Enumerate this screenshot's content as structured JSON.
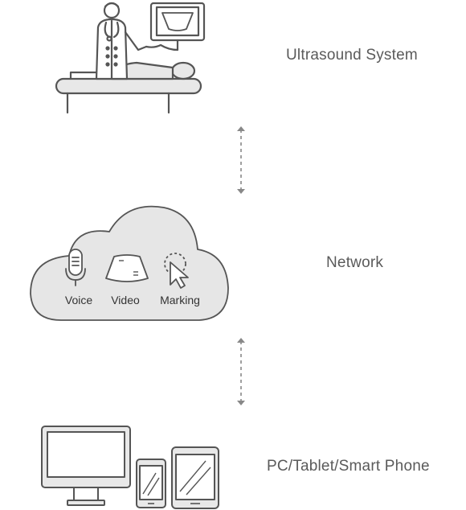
{
  "tiers": [
    {
      "label": "Ultrasound System"
    },
    {
      "label": "Network"
    },
    {
      "label": "PC/Tablet/Smart Phone"
    }
  ],
  "network": {
    "features": [
      {
        "label": "Voice",
        "icon": "microphone-icon"
      },
      {
        "label": "Video",
        "icon": "ultrasound-image-icon"
      },
      {
        "label": "Marking",
        "icon": "cursor-pointer-icon"
      }
    ]
  },
  "colors": {
    "line": "#555555",
    "cloud_fill": "#e6e6e6",
    "arrow": "#888888"
  }
}
